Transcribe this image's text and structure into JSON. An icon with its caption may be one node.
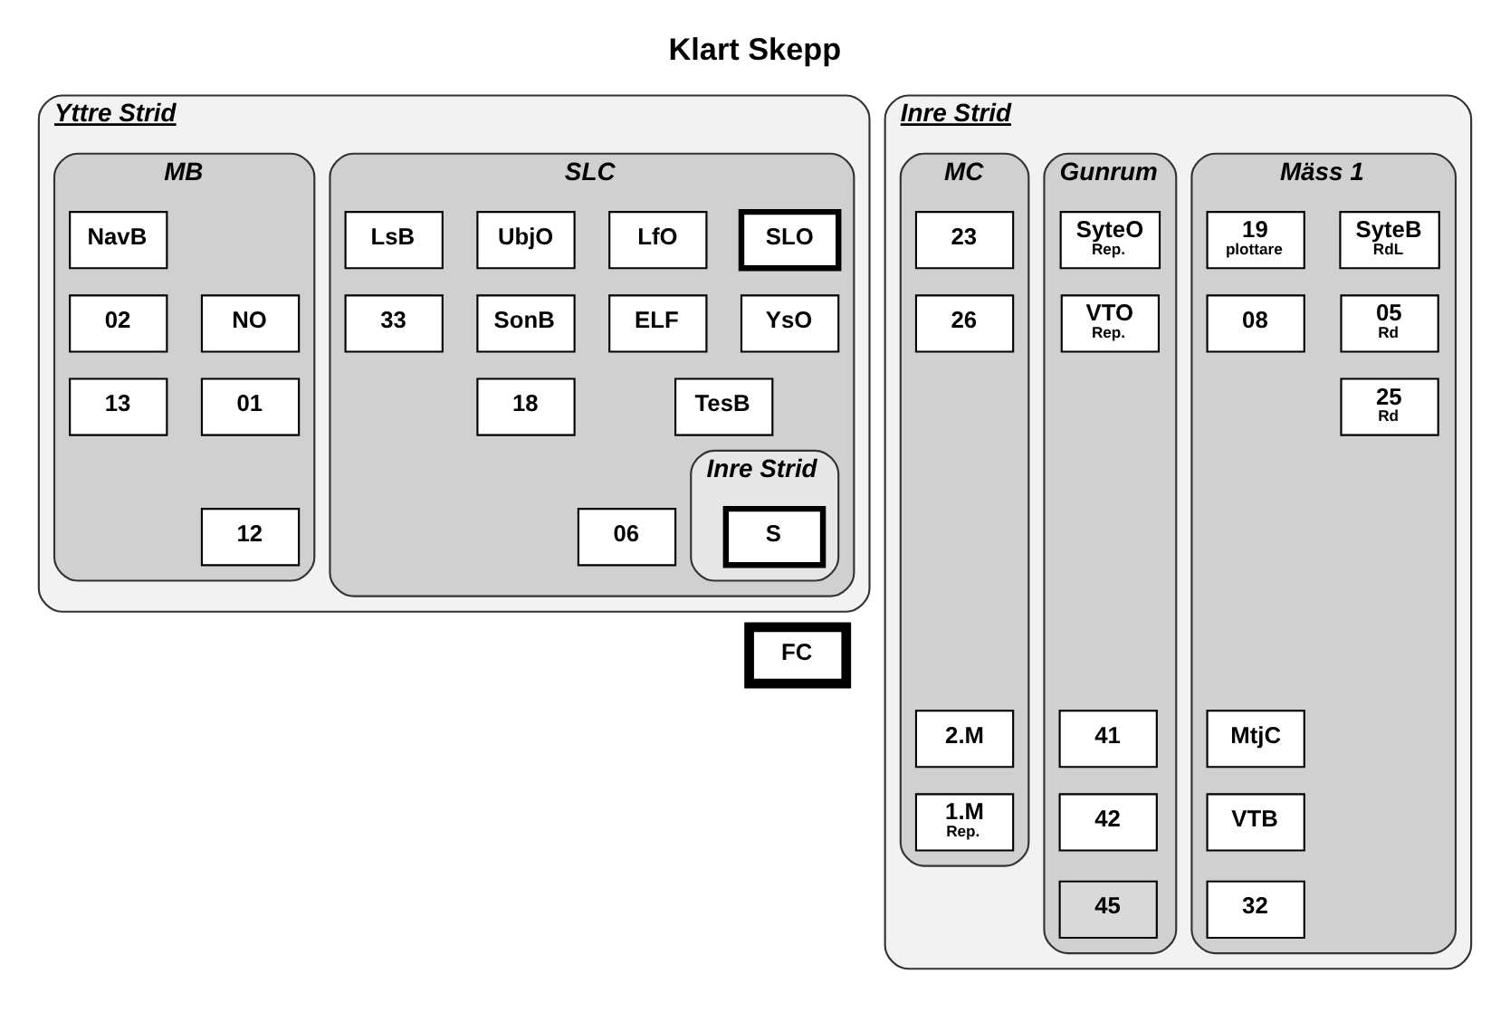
{
  "diagram": {
    "title": "Klart Skepp",
    "nodes": [
      {
        "text": [
          "Yttre Strid"
        ]
      },
      {
        "text": [
          "SLC"
        ],
        "in": 0
      },
      {
        "text": [
          "SLO"
        ],
        "in": 1
      },
      {
        "text": [
          "LfO"
        ],
        "in": 1
      },
      {
        "text": [
          "YsO"
        ],
        "in": 1
      },
      {
        "text": [
          "UbjO"
        ],
        "in": 1
      },
      {
        "text": [
          "LsB"
        ],
        "in": 1
      },
      {
        "text": [
          "ELF"
        ],
        "in": 1
      },
      {
        "text": [
          "TesB"
        ],
        "in": 1
      },
      {
        "text": [
          "SonB"
        ],
        "in": 1
      },
      {
        "text": [
          "33"
        ],
        "in": 1
      },
      {
        "text": [
          "06"
        ],
        "in": 1
      },
      {
        "text": [
          "18"
        ],
        "in": 1
      },
      {
        "text": [
          "Inre Strid"
        ],
        "in": 1
      },
      {
        "text": [
          "S"
        ],
        "in": 13
      },
      {
        "text": [
          "MB"
        ],
        "in": 0
      },
      {
        "text": [
          "NO"
        ],
        "in": 15
      },
      {
        "text": [
          "NavB"
        ],
        "in": 15
      },
      {
        "text": [
          "01"
        ],
        "in": 15
      },
      {
        "text": [
          "02"
        ],
        "in": 15
      },
      {
        "text": [
          "12"
        ],
        "in": 15
      },
      {
        "text": [
          "13"
        ],
        "in": 15
      },
      {
        "text": [
          "FC"
        ]
      },
      {
        "text": [
          "Inre Strid"
        ]
      },
      {
        "text": [
          "Mäss 1"
        ],
        "in": 23
      },
      {
        "text": [
          "MtjC"
        ],
        "in": 24
      },
      {
        "text": [
          "SyteB",
          "RdL"
        ],
        "in": 24
      },
      {
        "text": [
          "19",
          "plottare"
        ],
        "in": 24
      },
      {
        "text": [
          "VTB"
        ],
        "in": 24
      },
      {
        "text": [
          "05",
          "Rd"
        ],
        "in": 24
      },
      {
        "text": [
          "08"
        ],
        "in": 24
      },
      {
        "text": [
          "32"
        ],
        "in": 24
      },
      {
        "text": [
          "25",
          "Rd"
        ],
        "in": 24
      },
      {
        "text": [
          "Gunrum"
        ],
        "in": 23
      },
      {
        "text": [
          "41"
        ],
        "in": 33
      },
      {
        "text": [
          "SyteO",
          "Rep."
        ],
        "in": 33
      },
      {
        "text": [
          "42"
        ],
        "in": 33
      },
      {
        "text": [
          "VTO",
          "Rep."
        ],
        "in": 33
      },
      {
        "text": [
          "45"
        ],
        "in": 33
      },
      {
        "text": [
          "MC"
        ],
        "in": 23
      },
      {
        "text": [
          "2.M"
        ],
        "in": 39
      },
      {
        "text": [
          "23"
        ],
        "in": 39
      },
      {
        "text": [
          "1.M",
          "Rep."
        ],
        "in": 39
      },
      {
        "text": [
          "26"
        ],
        "in": 39
      }
    ]
  }
}
